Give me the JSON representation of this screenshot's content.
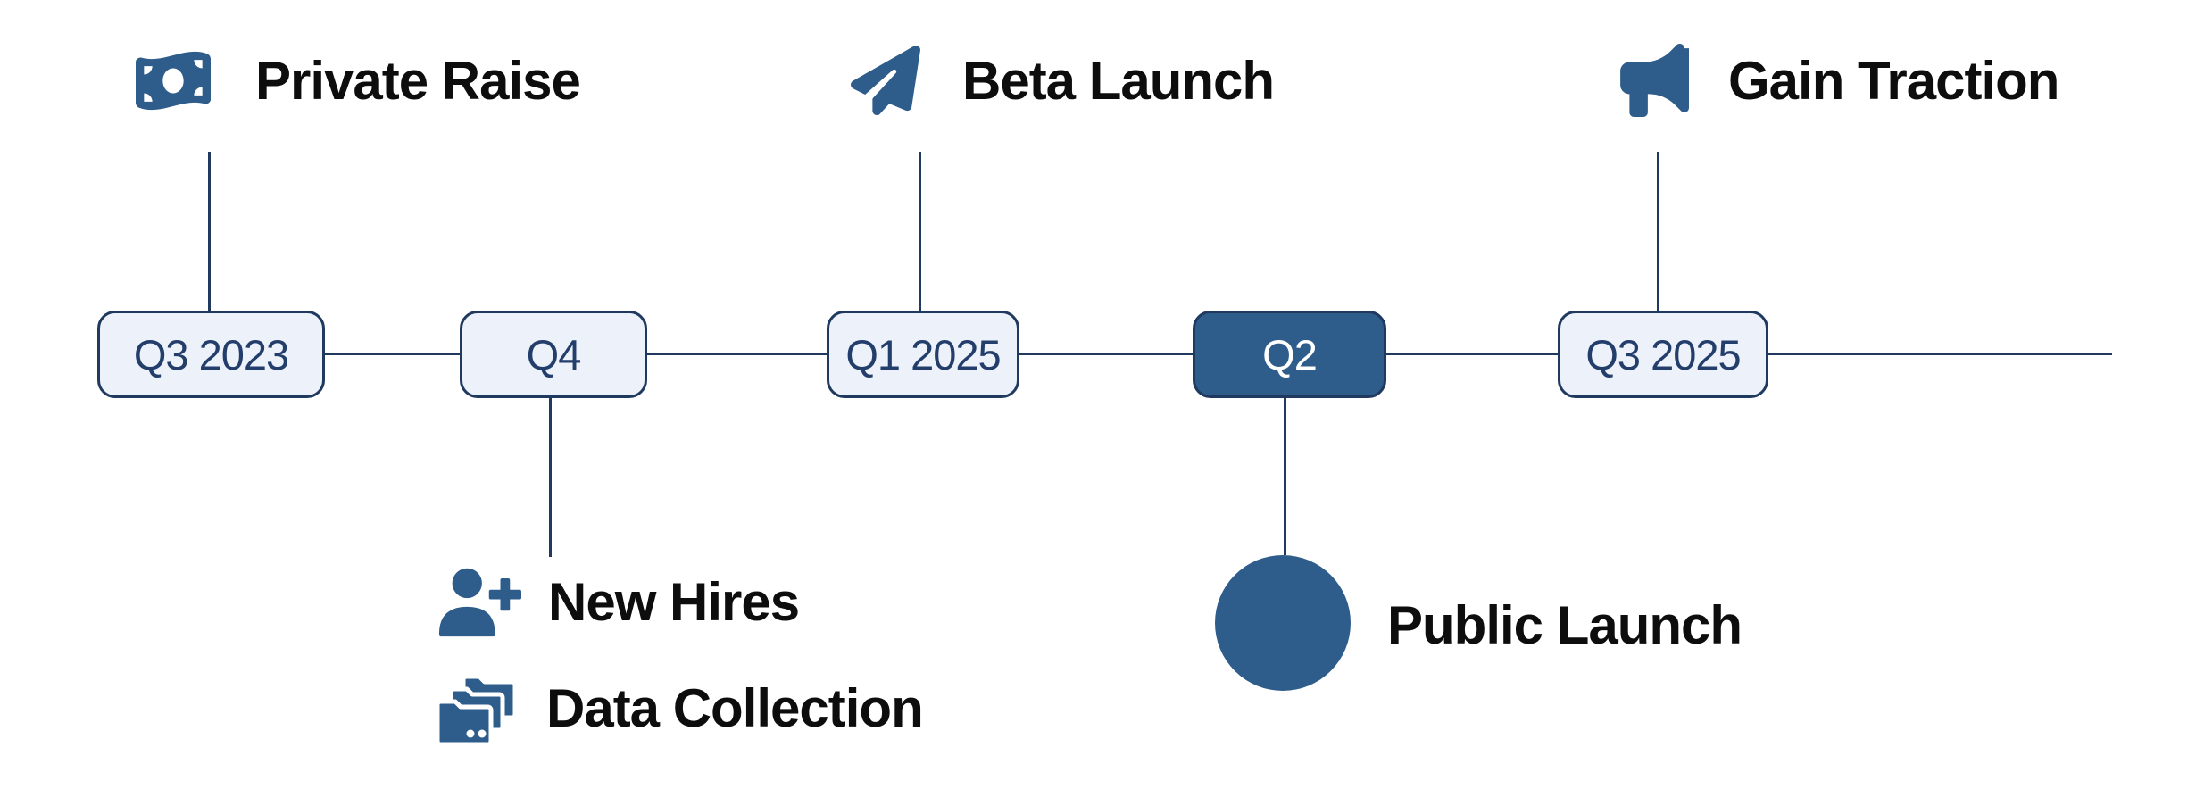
{
  "diagram": {
    "type": "roadmap-timeline",
    "background_color": "#ffffff",
    "accent_blue": "#2e5d8c",
    "line_color": "#1f3a5e",
    "node_fill_light": "#edf2fa",
    "node_fill_dark": "#2e5d8c",
    "node_text_color": "#243e6b",
    "node_text_color_dark_variant": "#ffffff",
    "milestone_text_color": "#0d0d0d"
  },
  "timeline": {
    "nodes": [
      {
        "label": "Q3 2023",
        "variant": "light"
      },
      {
        "label": "Q4",
        "variant": "light"
      },
      {
        "label": "Q1 2025",
        "variant": "light"
      },
      {
        "label": "Q2",
        "variant": "dark"
      },
      {
        "label": "Q3 2025",
        "variant": "light"
      }
    ]
  },
  "milestones": {
    "top": [
      {
        "label": "Private Raise",
        "icon": "money-bill-icon",
        "attached_to": "Q3 2023"
      },
      {
        "label": "Beta Launch",
        "icon": "paper-plane-icon",
        "attached_to": "Q1 2025"
      },
      {
        "label": "Gain Traction",
        "icon": "megaphone-icon",
        "attached_to": "Q3 2025"
      }
    ],
    "bottom": [
      {
        "label": "New Hires",
        "icon": "user-plus-icon",
        "attached_to": "Q4"
      },
      {
        "label": "Data Collection",
        "icon": "folders-icon",
        "attached_to": "Q4"
      },
      {
        "label": "Public Launch",
        "icon": "filled-circle-marker",
        "attached_to": "Q2"
      }
    ]
  }
}
